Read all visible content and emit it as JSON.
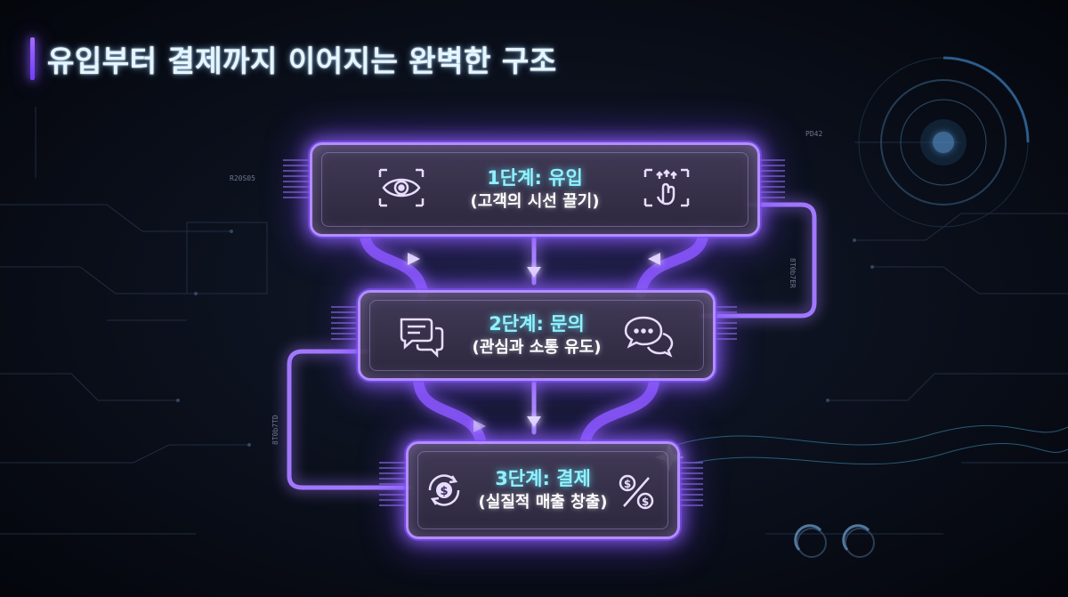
{
  "title": "유입부터 결제까지 이어지는 완벽한 구조",
  "stages": [
    {
      "title": "1단계: 유입",
      "subtitle": "(고객의 시선 끌기)",
      "icons": [
        "eye-icon",
        "touch-gesture-icon"
      ]
    },
    {
      "title": "2단계: 문의",
      "subtitle": "(관심과 소통 유도)",
      "icons": [
        "chat-bubbles-icon",
        "speech-bubbles-icon"
      ]
    },
    {
      "title": "3단계: 결제",
      "subtitle": "(실질적 매출 창출)",
      "icons": [
        "dollar-cycle-icon",
        "percent-dollar-icon"
      ]
    }
  ],
  "decor_labels": {
    "left_code": "R20S05",
    "right_vertical": "8T0b7ER",
    "left_vertical": "8T0b7TD",
    "right_small": "PD42"
  },
  "colors": {
    "accent": "#a46bff",
    "glow": "#7a4dff",
    "title_cyan": "#8ff2ff",
    "background": "#070a14"
  }
}
